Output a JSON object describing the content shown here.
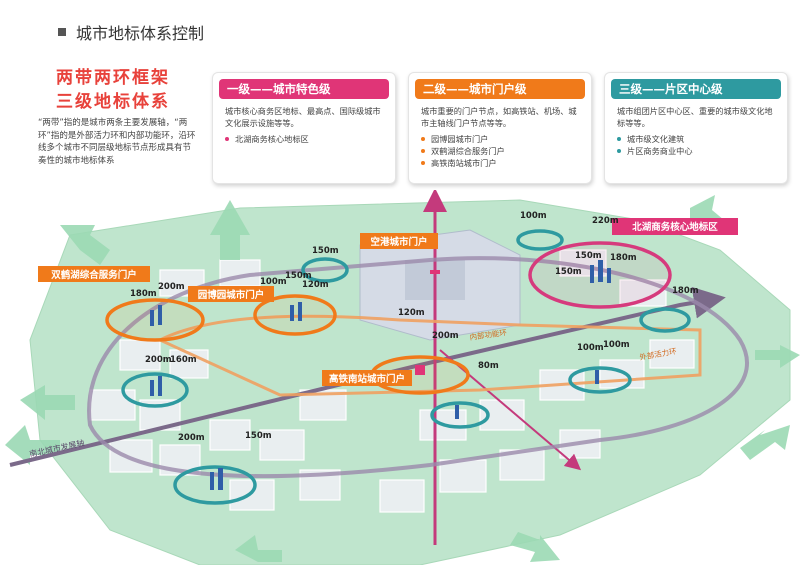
{
  "header": {
    "title": "城市地标体系控制"
  },
  "slogan": {
    "line1": "两带两环框架",
    "line2": "三级地标体系"
  },
  "intro": "“两带”指的是城市两条主要发展轴，“两环”指的是外部活力环和内部功能环，沿环线多个城市不同层级地标节点形成具有节奏性的城市地标体系",
  "levels": [
    {
      "title": "一级——城市特色级",
      "color": "#e03577",
      "desc": "城市核心商务区地标、最高点、国际级城市文化展示设施等等。",
      "items": [
        "北湖商务核心地标区"
      ]
    },
    {
      "title": "二级——城市门户级",
      "color": "#f07a1a",
      "desc": "城市重要的门户节点，如高铁站、机场、城市主轴线门户节点等等。",
      "items": [
        "园博园城市门户",
        "双鹤湖综合服务门户",
        "高铁南站城市门户"
      ]
    },
    {
      "title": "三级——片区中心级",
      "color": "#2e9aa0",
      "desc": "城市组团片区中心区、重要的城市级文化地标等等。",
      "items": [
        "城市级文化建筑",
        "片区商务商业中心"
      ]
    }
  ],
  "map": {
    "labels": {
      "beihu": "北湖商务核心地标区",
      "konggang": "空港城市门户",
      "shuanghe": "双鹤湖综合服务门户",
      "yuanbo": "园博园城市门户",
      "gaotie": "高铁南站城市门户"
    },
    "axis_labels": {
      "south_north": "南北城市发展轴",
      "inner_ring": "内部功能环",
      "outer_ring": "外部活力环"
    },
    "heights": {
      "h1": "100m",
      "h2": "220m",
      "h3": "150m",
      "h4": "180m",
      "h5": "150m",
      "h6": "180m",
      "h7": "150m",
      "h8": "100m",
      "h9": "150m",
      "h10": "120m",
      "h11": "180m",
      "h12": "200m",
      "h13": "120m",
      "h14": "200m",
      "h15": "80m",
      "h16": "100m",
      "h17": "100m",
      "h18": "200m",
      "h19": "160m",
      "h20": "200m",
      "h21": "150m"
    }
  }
}
